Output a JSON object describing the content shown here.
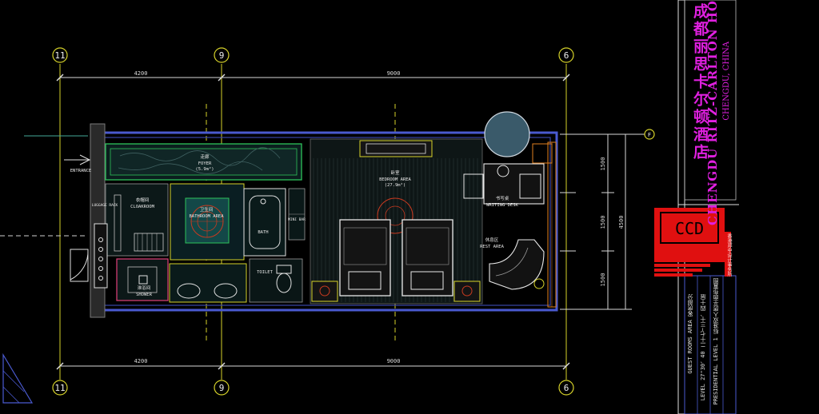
{
  "grid": {
    "markers_top": [
      "11",
      "9",
      "6"
    ],
    "markers_bottom": [
      "11",
      "9",
      "6"
    ],
    "marker_right": "F",
    "dims_top": [
      "4200",
      "9000"
    ],
    "dims_bottom": [
      "4200",
      "9000"
    ],
    "dims_right": [
      "1500",
      "1500",
      "1500"
    ],
    "dim_right_total": "4500"
  },
  "rooms": {
    "entrance": "ENTRANCE",
    "foyer_cn": "走廊",
    "foyer_en": "FOYER",
    "foyer_area": "(5.9m²)",
    "luggage": "LUGGAGE RACK",
    "cloakroom_cn": "衣帽间",
    "cloakroom_en": "CLOAKROOM",
    "bathroom_cn": "卫生间",
    "bathroom_en": "BATHROOM AREA",
    "bath": "BATH",
    "minibar": "MINI BAR",
    "toilet": "TOILET",
    "shower_cn": "淋浴间",
    "shower_en": "SHOWER",
    "bedroom_cn": "卧室",
    "bedroom_en": "BEDROOM AREA",
    "bedroom_area": "(27.9m²)",
    "writing_cn": "书写桌",
    "writing_en": "WRITING DESK",
    "rest_cn": "休息区",
    "rest_en": "REST AREA"
  },
  "title_block": {
    "cn_name": "成都丽思卡尔顿酒店",
    "en_name": "CHENGDU RITZ-CARLTON HO",
    "location": "CHENGDU, CHINA",
    "logo": "CCD",
    "logo_sub": "香港郑中设计事务所",
    "bottom_line1": "GUEST ROOMS AREA   客房部分",
    "bottom_line2": "LEVEL 27\"30、40  二十七~三十、四十层",
    "bottom_line3": "PRESIDENTIAL LEVEL 1 标准双人房平面布置图"
  },
  "colors": {
    "wall": "#4a5ad0",
    "dim": "#d8d8d8",
    "magenta": "#e020e0",
    "logo_red": "#e01010"
  }
}
